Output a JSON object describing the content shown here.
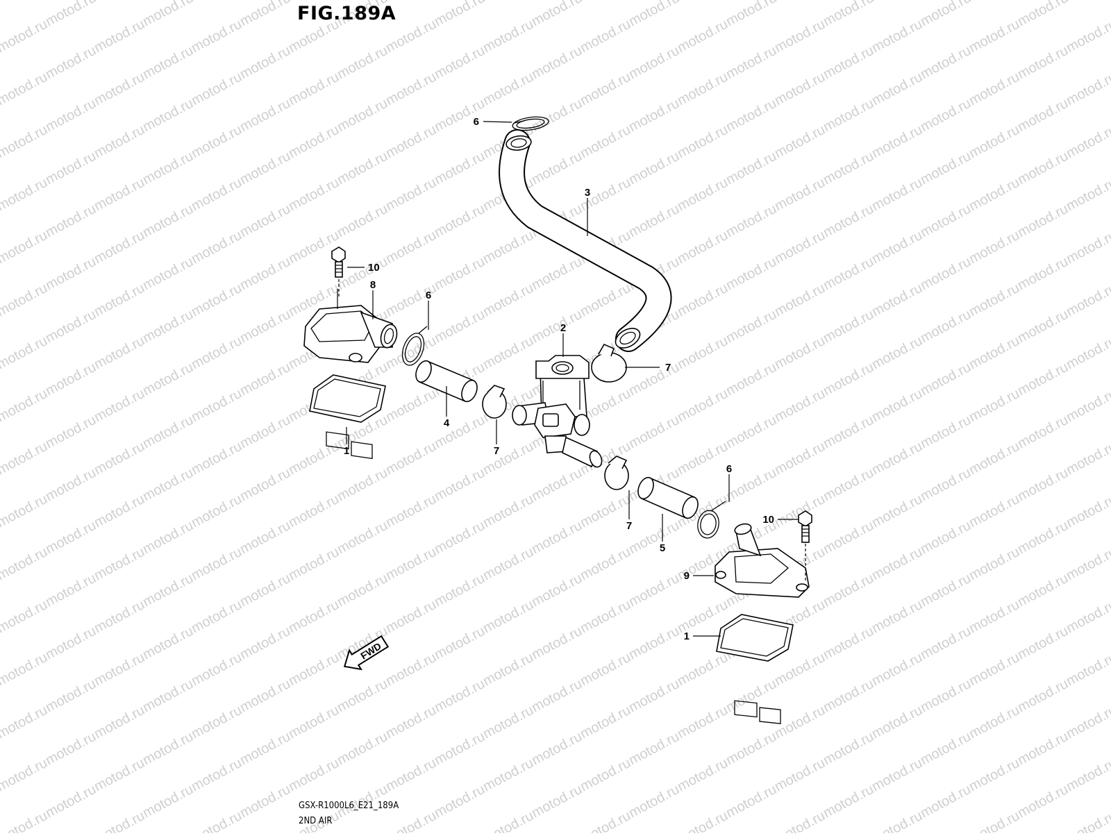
{
  "figure_title": "FIG.189A",
  "watermark": "motod.ru",
  "footer": {
    "model_code": "GSX-R1000L6_E21_189A",
    "section_name": "2ND AIR"
  },
  "direction_arrow_label": "FWD",
  "callouts": [
    {
      "id": "c6-top",
      "label": "6"
    },
    {
      "id": "c3",
      "label": "3"
    },
    {
      "id": "c10-left",
      "label": "10"
    },
    {
      "id": "c8",
      "label": "8"
    },
    {
      "id": "c6-left",
      "label": "6"
    },
    {
      "id": "c2",
      "label": "2"
    },
    {
      "id": "c7-right",
      "label": "7"
    },
    {
      "id": "c4",
      "label": "4"
    },
    {
      "id": "c7-mid",
      "label": "7"
    },
    {
      "id": "c1-left",
      "label": "1"
    },
    {
      "id": "c6-right",
      "label": "6"
    },
    {
      "id": "c10-right",
      "label": "10"
    },
    {
      "id": "c7-low",
      "label": "7"
    },
    {
      "id": "c5",
      "label": "5"
    },
    {
      "id": "c9",
      "label": "9"
    },
    {
      "id": "c1-right",
      "label": "1"
    }
  ]
}
